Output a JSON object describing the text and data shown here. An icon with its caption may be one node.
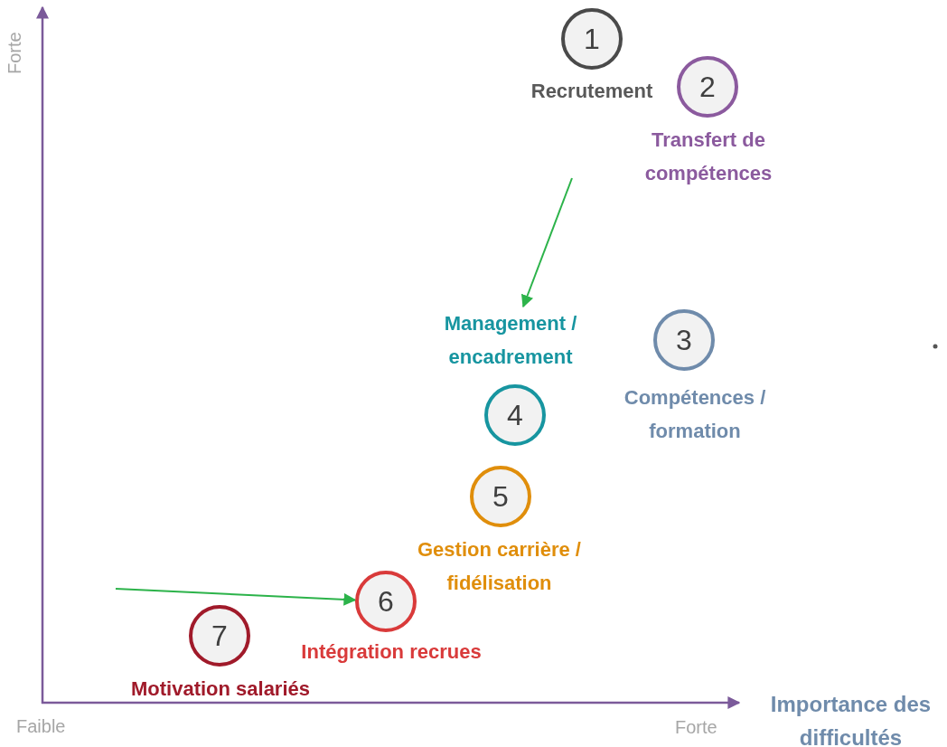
{
  "diagram": {
    "nodes": [
      {
        "text": [
          "1"
        ]
      },
      {
        "text": [
          "Recrutement"
        ]
      },
      {
        "text": [
          "2"
        ]
      },
      {
        "text": [
          "Transfert de compétences"
        ]
      },
      {
        "text": [
          "Management / encadrement"
        ]
      },
      {
        "text": [
          "3"
        ]
      },
      {
        "text": [
          "Compétences / formation"
        ]
      },
      {
        "text": [
          "4"
        ]
      },
      {
        "text": [
          "5"
        ]
      },
      {
        "text": [
          "Gestion carrière / fidélisation"
        ]
      },
      {
        "text": [
          "6"
        ]
      },
      {
        "text": [
          "7"
        ]
      },
      {
        "text": [
          "Intégration recrues"
        ]
      },
      {
        "text": [
          "Motivation salariés"
        ]
      }
    ],
    "edges": [
      {
        "from": null,
        "to": 4,
        "arrow": "to"
      },
      {
        "from": null,
        "to": 10,
        "arrow": "to"
      }
    ],
    "labels": [
      "Forte",
      "Faible",
      "Forte",
      "Importance des difficultés"
    ]
  }
}
